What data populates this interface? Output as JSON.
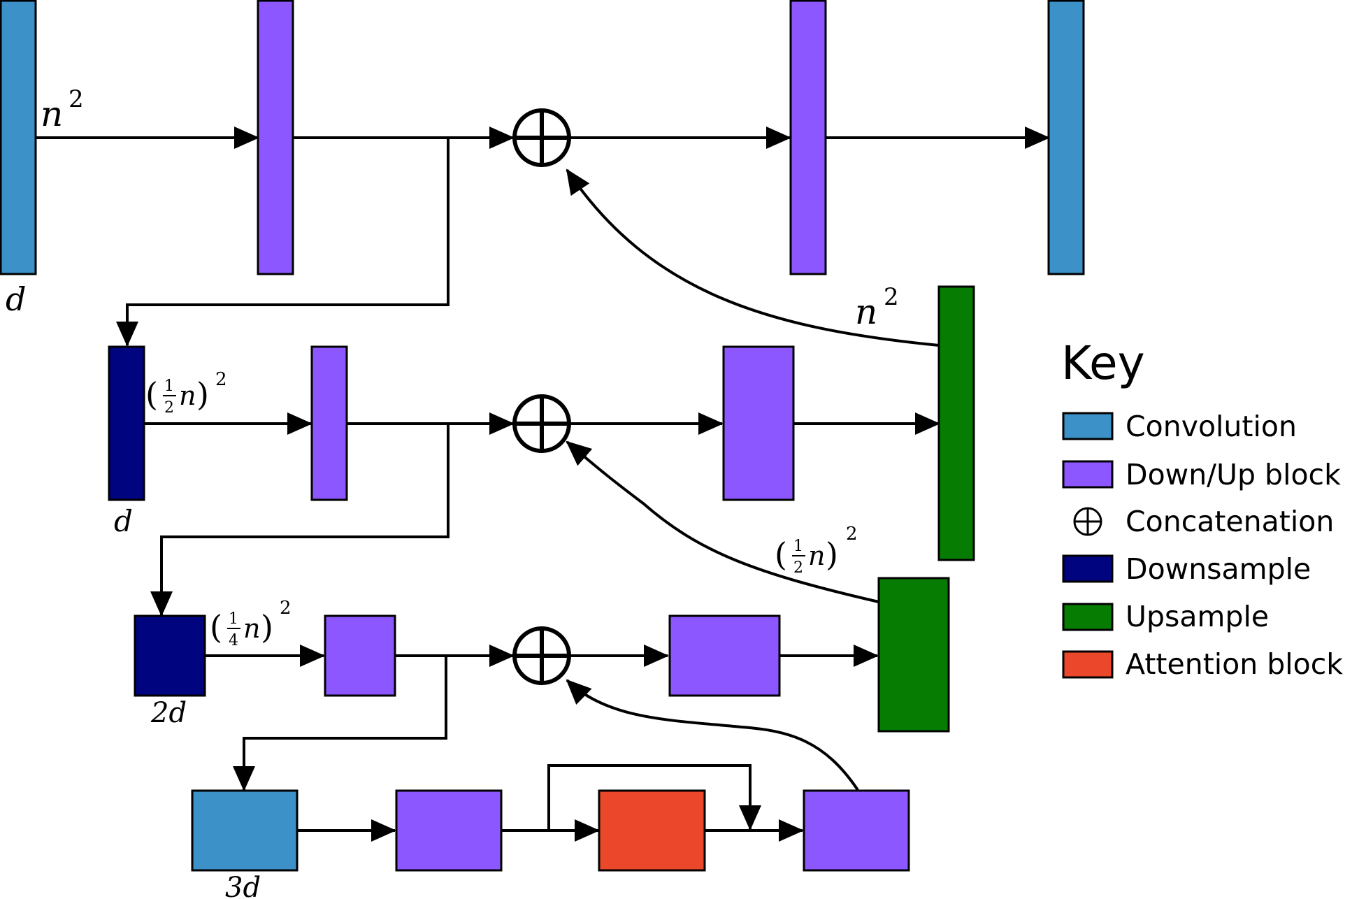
{
  "colors": {
    "convolution": "#3b91c8",
    "down_up_block": "#8c57ff",
    "downsample": "#01047f",
    "upsample": "#067c02",
    "attention": "#eb472a",
    "stroke": "#000000"
  },
  "labels": {
    "top_dim": "d",
    "top_res_base": "n",
    "top_res_exp": "2",
    "upsample_top_res_base": "n",
    "upsample_top_res_exp": "2",
    "level2_dim": "d",
    "level2_res_num": "1",
    "level2_res_den": "2",
    "level2_res_base": "n",
    "level2_res_exp": "2",
    "upsample_mid_res_num": "1",
    "upsample_mid_res_den": "2",
    "upsample_mid_res_base": "n",
    "upsample_mid_res_exp": "2",
    "level3_dim": "2d",
    "level3_res_num": "1",
    "level3_res_den": "4",
    "level3_res_base": "n",
    "level3_res_exp": "2",
    "bottom_dim": "3d"
  },
  "key": {
    "title": "Key",
    "items": [
      {
        "label": "Convolution",
        "kind": "box",
        "color": "#3b91c8",
        "icon": "convolution-swatch"
      },
      {
        "label": "Down/Up block",
        "kind": "box",
        "color": "#8c57ff",
        "icon": "down-up-block-swatch"
      },
      {
        "label": "Concatenation",
        "kind": "circle-plus",
        "icon": "circle-plus-icon"
      },
      {
        "label": "Downsample",
        "kind": "box",
        "color": "#01047f",
        "icon": "downsample-swatch"
      },
      {
        "label": "Upsample",
        "kind": "box",
        "color": "#067c02",
        "icon": "upsample-swatch"
      },
      {
        "label": "Attention block",
        "kind": "box",
        "color": "#eb472a",
        "icon": "attention-block-swatch"
      }
    ]
  }
}
